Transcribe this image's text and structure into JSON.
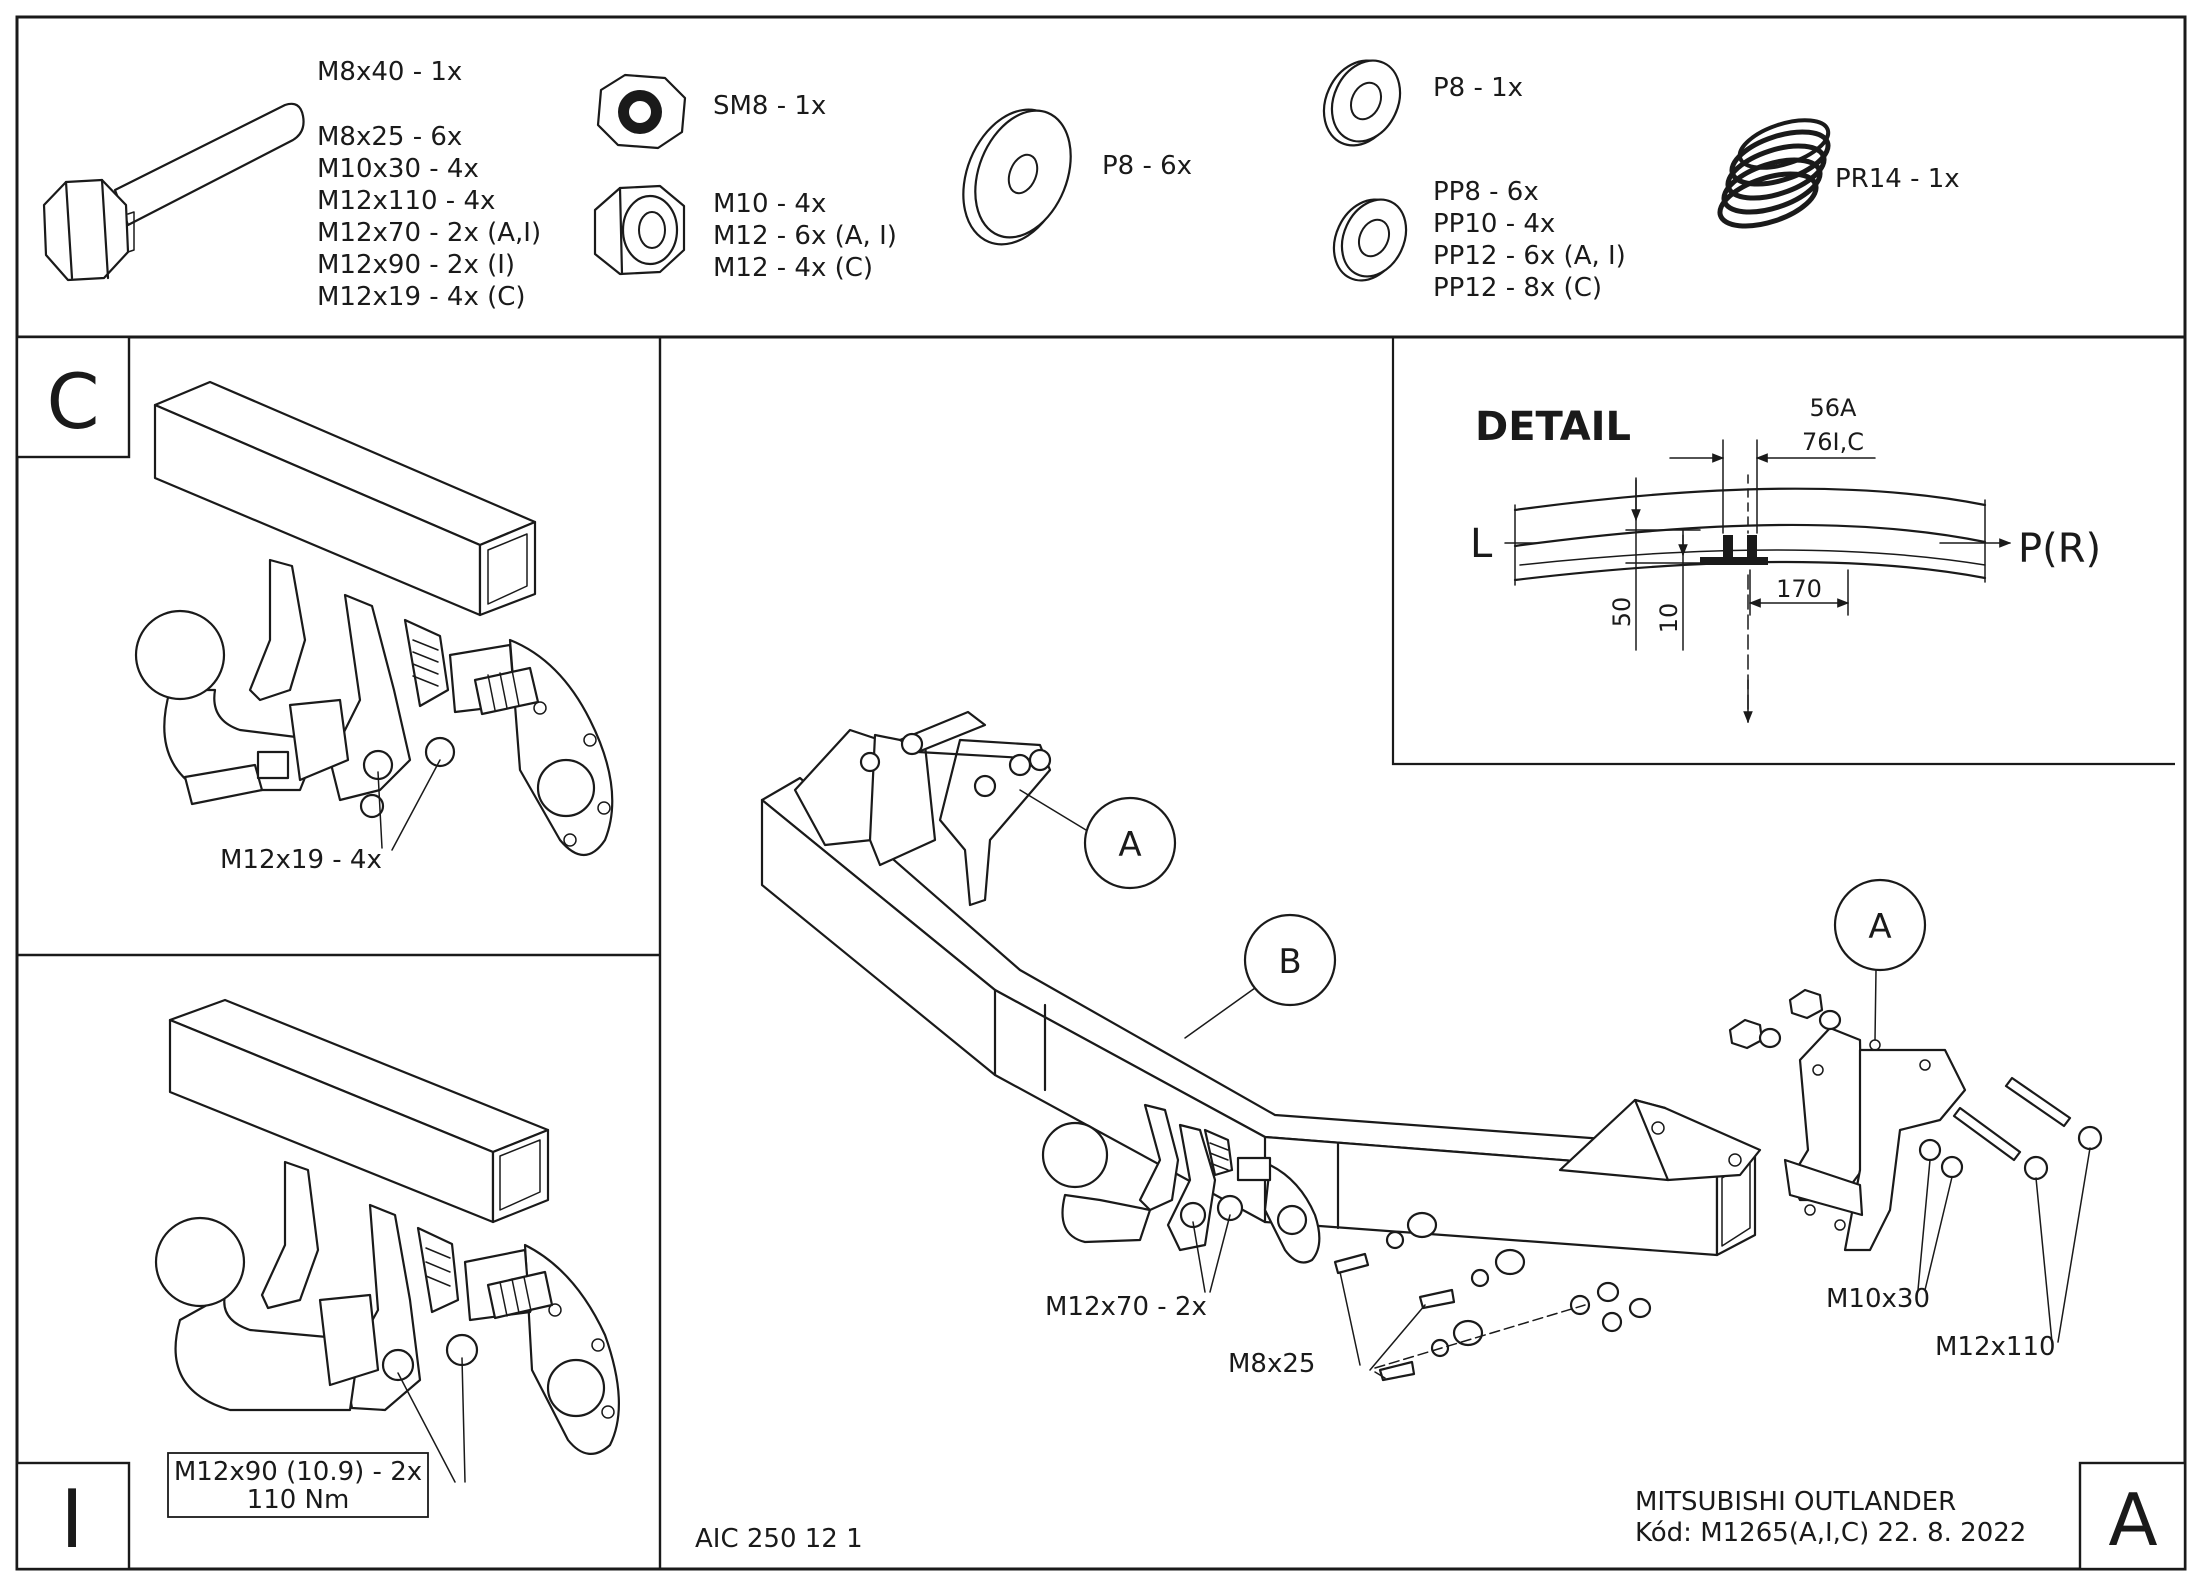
{
  "hardware": {
    "bolts": [
      "M8x40 - 1x",
      "M8x25 - 6x",
      "M10x30 - 4x",
      "M12x110 - 4x",
      "M12x70 - 2x (A,I)",
      "M12x90 - 2x (I)",
      "M12x19 - 4x (C)"
    ],
    "lock_nut": "SM8 - 1x",
    "nuts": [
      "M10 - 4x",
      "M12 - 6x (A, I)",
      "M12 - 4x (C)"
    ],
    "washer_large": "P8 - 6x",
    "washer_flat": "P8 - 1x",
    "spring_washers": [
      "PP8 - 6x",
      "PP10 - 4x",
      "PP12 - 6x (A, I)",
      "PP12 - 8x (C)"
    ],
    "spring": "PR14 - 1x"
  },
  "panel_c": {
    "letter": "C",
    "callout": "M12x19 - 4x"
  },
  "panel_i": {
    "letter": "I",
    "callout_line1": "M12x90 (10.9) - 2x",
    "callout_line2": "110 Nm"
  },
  "detail": {
    "title": "DETAIL",
    "dim_top_1": "56A",
    "dim_top_2": "76I,C",
    "left_label": "L",
    "right_label": "P(R)",
    "dim_170": "170",
    "dim_50": "50",
    "dim_10": "10"
  },
  "main": {
    "letter": "A",
    "bubble_a1": "A",
    "bubble_a2": "A",
    "bubble_b": "B",
    "callout_m12x70": "M12x70 - 2x",
    "callout_m8x25": "M8x25",
    "callout_m10x30": "M10x30",
    "callout_m12x110": "M12x110"
  },
  "footer": {
    "doc_code": "AIC 250 12 1",
    "vehicle": "MITSUBISHI OUTLANDER",
    "code_line": "Kód: M1265(A,I,C)  22. 8. 2022"
  }
}
